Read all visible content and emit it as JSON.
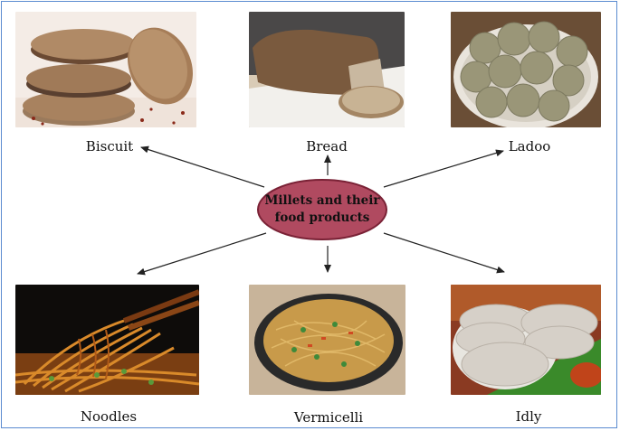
{
  "center": {
    "line1": "Millets and their",
    "line2": "food products"
  },
  "products": [
    {
      "label": "Biscuit"
    },
    {
      "label": "Bread"
    },
    {
      "label": "Ladoo"
    },
    {
      "label": "Noodles"
    },
    {
      "label": "Vermicelli"
    },
    {
      "label": "Idly"
    }
  ],
  "colors": {
    "border": "#5b8bd0",
    "ellipse_fill": "#b04a60",
    "ellipse_stroke": "#7a2236",
    "arrow": "#222222"
  }
}
